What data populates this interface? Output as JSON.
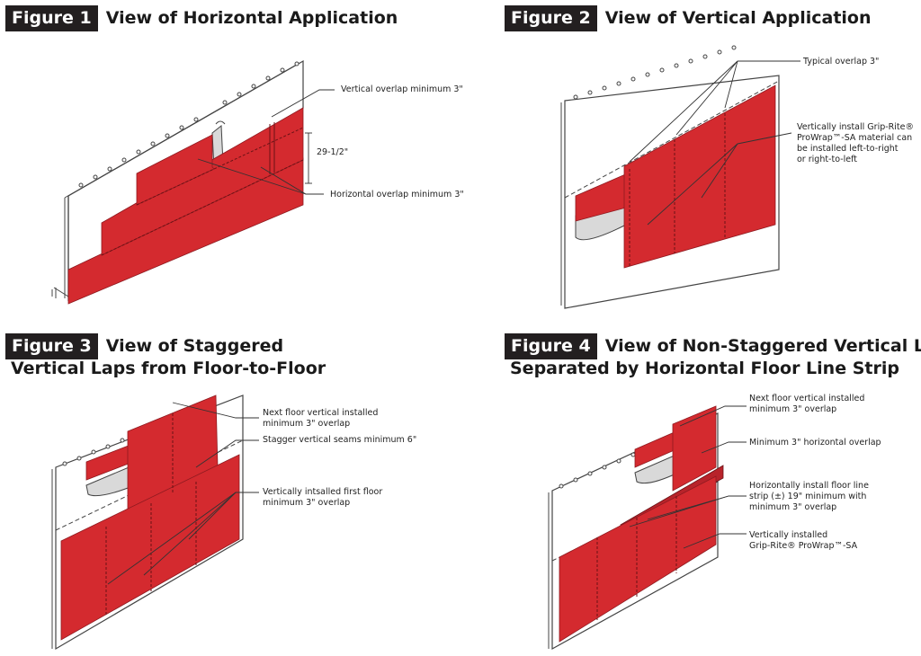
{
  "fig1": {
    "tag": "Figure 1",
    "title": "View of Horizontal Application",
    "dim_label": "29-1/2\"",
    "callout_vertical": "Vertical overlap minimum 3\"",
    "callout_horizontal": "Horizontal overlap minimum 3\""
  },
  "fig2": {
    "tag": "Figure 2",
    "title": "View of Vertical Application",
    "callout_typical": "Typical overlap 3\"",
    "callout_install": [
      "Vertically install Grip-Rite®",
      "ProWrap™-SA material can",
      "be installed left-to-right",
      "or right-to-left"
    ]
  },
  "fig3": {
    "tag": "Figure 3",
    "title_line1": "View of Staggered",
    "title_line2": "Vertical Laps from Floor-to-Floor",
    "callout_next": [
      "Next floor vertical installed",
      "minimum 3\" overlap"
    ],
    "callout_stagger": "Stagger vertical seams minimum 6\"",
    "callout_first": [
      "Vertically intsalled first floor",
      "minimum 3\" overlap"
    ]
  },
  "fig4": {
    "tag": "Figure 4",
    "title_line1": "View of Non-Staggered Vertical Laps",
    "title_line2": "Separated by Horizontal Floor Line Strip",
    "callout_next": [
      "Next floor vertical installed",
      "minimum 3\" overlap"
    ],
    "callout_horizontal": "Minimum 3\" horizontal overlap",
    "callout_strip": [
      "Horizontally install floor line",
      "strip (±) 19\" minimum with",
      "minimum 3\" overlap"
    ],
    "callout_vertical": [
      "Vertically installed",
      "Grip-Rite® ProWrap™-SA"
    ]
  },
  "colors": {
    "wrap_red": "#d42a2f",
    "wrap_dark": "#9e1b22",
    "tag_bg": "#231f20",
    "leader": "#333333"
  },
  "icons": [
    "building-wall",
    "window-opening",
    "floor-slab"
  ]
}
